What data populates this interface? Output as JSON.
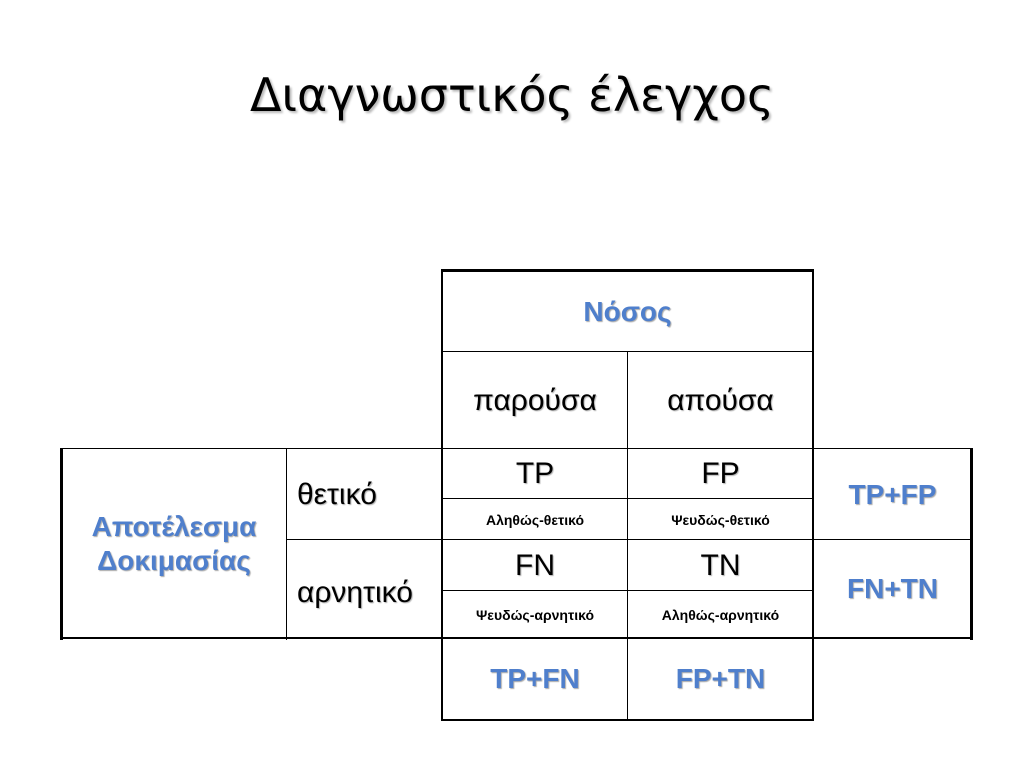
{
  "title": "Διαγνωστικός έλεγχος",
  "header": {
    "disease": "Νόσος",
    "present": "παρούσα",
    "absent": "απούσα"
  },
  "row_group": {
    "line1": "Αποτέλεσμα",
    "line2": "Δοκιμασίας"
  },
  "rows": {
    "positive": "θετικό",
    "negative": "αρνητικό"
  },
  "cells": {
    "tp": "TP",
    "tp_desc": "Αληθώς-θετικό",
    "fp": "FP",
    "fp_desc": "Ψευδώς-θετικό",
    "fn": "FN",
    "fn_desc": "Ψευδώς-αρνητικό",
    "tn": "TN",
    "tn_desc": "Αληθώς-αρνητικό"
  },
  "totals": {
    "row_positive": "TP+FP",
    "row_negative": "FN+TN",
    "col_present": "TP+FN",
    "col_absent": "FP+TN"
  },
  "colors": {
    "accent": "#4f7fcc",
    "text": "#000000"
  }
}
